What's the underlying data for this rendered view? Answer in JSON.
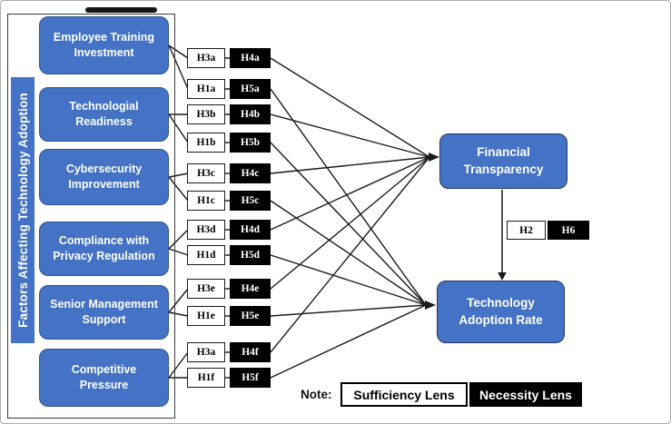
{
  "frame": {
    "vertical_label": "Factors Affecting Technology Adoption"
  },
  "factors": [
    {
      "label": "Employee Training Investment"
    },
    {
      "label": "Technologial Readiness"
    },
    {
      "label": "Cybersecurity Improvement"
    },
    {
      "label": "Compliance with Privacy Regulation"
    },
    {
      "label": "Senior Management Support"
    },
    {
      "label": "Competitive Pressure"
    }
  ],
  "hypothesis_rows": [
    {
      "white": "H3a",
      "black": "H4a",
      "target": "financial_transparency"
    },
    {
      "white": "H1a",
      "black": "H5a",
      "target": "technology_adoption_rate"
    },
    {
      "white": "H3b",
      "black": "H4b",
      "target": "financial_transparency"
    },
    {
      "white": "H1b",
      "black": "H5b",
      "target": "technology_adoption_rate"
    },
    {
      "white": "H3c",
      "black": "H4c",
      "target": "financial_transparency"
    },
    {
      "white": "H1c",
      "black": "H5c",
      "target": "technology_adoption_rate"
    },
    {
      "white": "H3d",
      "black": "H4d",
      "target": "financial_transparency"
    },
    {
      "white": "H1d",
      "black": "H5d",
      "target": "technology_adoption_rate"
    },
    {
      "white": "H3e",
      "black": "H4e",
      "target": "financial_transparency"
    },
    {
      "white": "H1e",
      "black": "H5e",
      "target": "technology_adoption_rate"
    },
    {
      "white": "H3a",
      "black": "H4f",
      "target": "financial_transparency"
    },
    {
      "white": "H1f",
      "black": "H5f",
      "target": "technology_adoption_rate"
    }
  ],
  "mediator": {
    "label": "Financial Transparency"
  },
  "outcome": {
    "label": "Technology Adoption Rate"
  },
  "mediation_row": {
    "white": "H2",
    "black": "H6"
  },
  "legend": {
    "note_label": "Note:",
    "sufficiency": "Sufficiency Lens",
    "necessity": "Necessity Lens"
  },
  "colors": {
    "node_fill": "#4472c4",
    "node_border": "#2f528f",
    "line": "#1a1a1a",
    "necessity_fill": "#000000",
    "sufficiency_fill": "#ffffff"
  }
}
